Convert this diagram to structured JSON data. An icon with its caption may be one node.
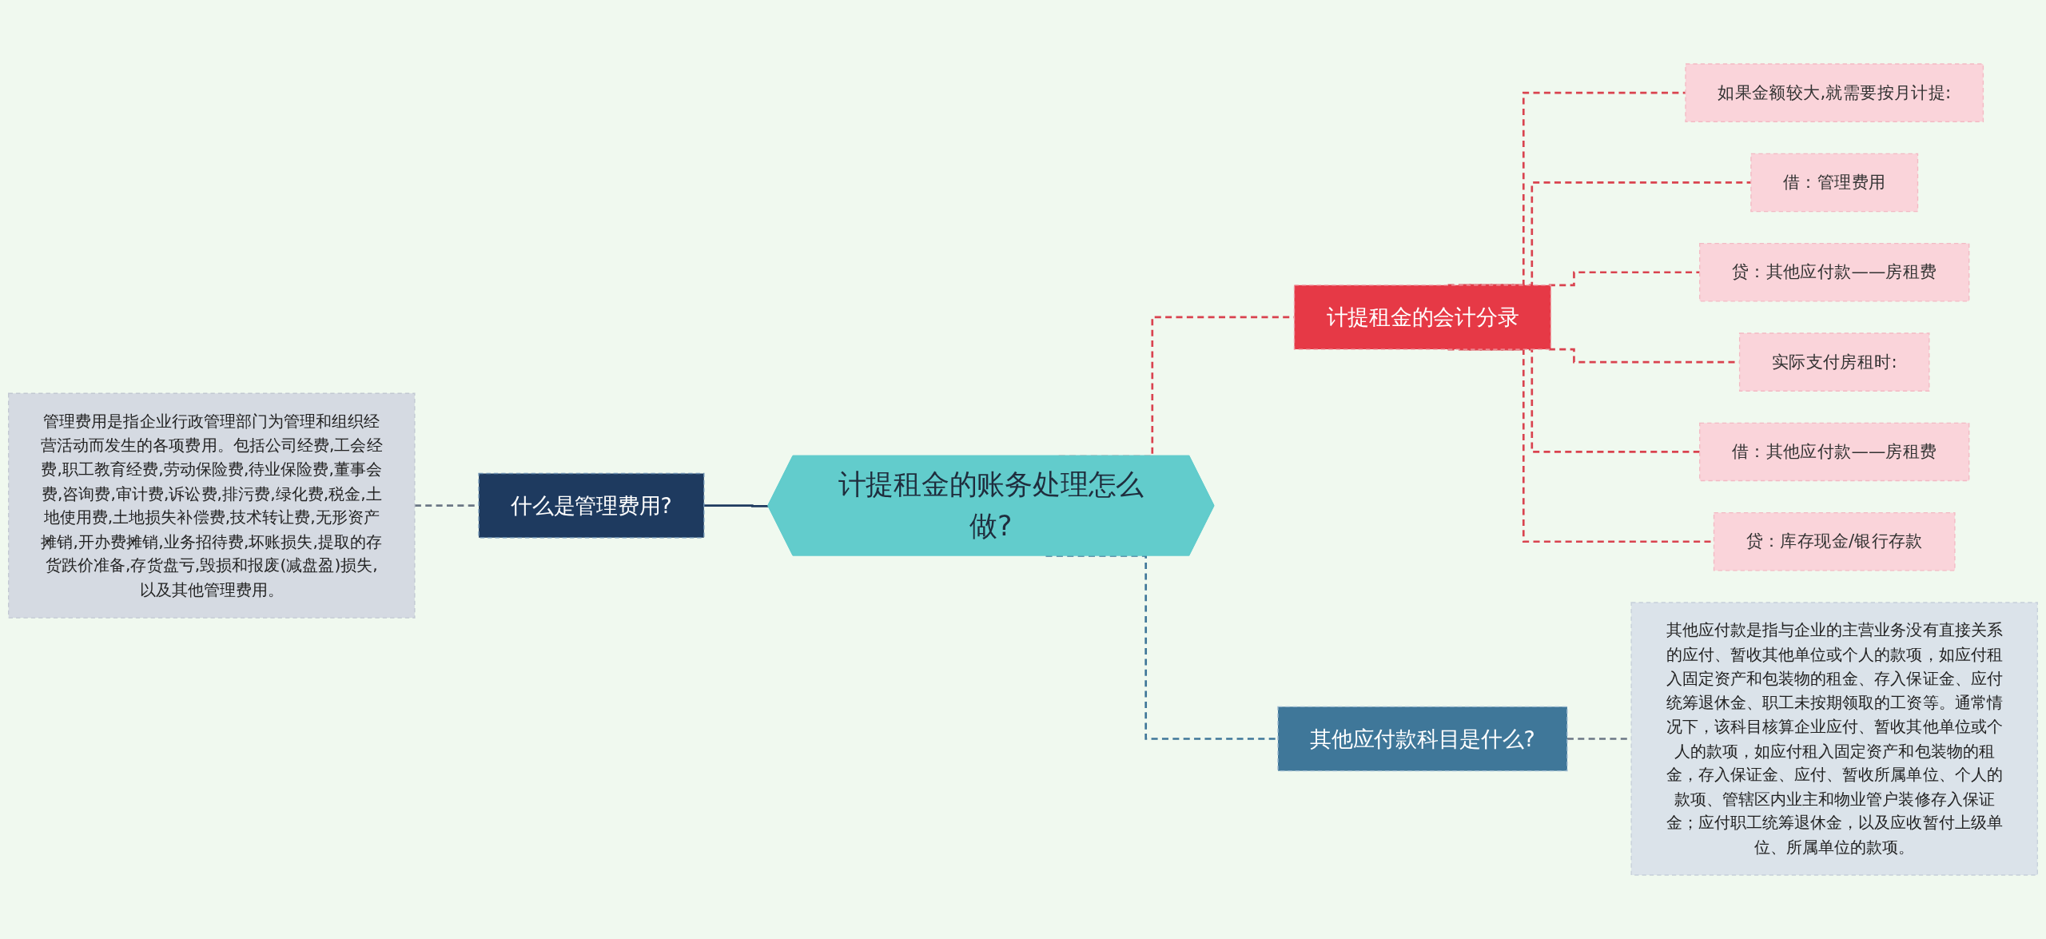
{
  "diagram": {
    "nodes": [
      {
        "text": [
          "计提租金的账务处理怎么做?"
        ]
      },
      {
        "text": [
          "什么是管理费用?"
        ]
      },
      {
        "text": [
          "管理费用是指企业行政管理部门为管理和组织经营活动而发生的各项费用。包括公司经费,工会经费,职工教育经费,劳动保险费,待业保险费,董事会费,咨询费,审计费,诉讼费,排污费,绿化费,税金,土地使用费,土地损失补偿费,技术转让费,无形资产摊销,开办费摊销,业务招待费,坏账损失,提取的存货跌价准备,存货盘亏,毁损和报废(减盘盈)损失,以及其他管理费用。"
        ]
      },
      {
        "text": [
          "计提租金的会计分录"
        ]
      },
      {
        "text": [
          "如果金额较大,就需要按月计提:"
        ]
      },
      {
        "text": [
          "借：管理费用"
        ]
      },
      {
        "text": [
          "贷：其他应付款——房租费"
        ]
      },
      {
        "text": [
          "实际支付房租时:"
        ]
      },
      {
        "text": [
          "借：其他应付款——房租费"
        ]
      },
      {
        "text": [
          "贷：库存现金/银行存款"
        ]
      },
      {
        "text": [
          "其他应付款科目是什么?"
        ]
      },
      {
        "text": [
          "其他应付款是指与企业的主营业务没有直接关系的应付、暂收其他单位或个人的款项，如应付租入固定资产和包装物的租金、存入保证金、应付统筹退休金、职工未按期领取的工资等。通常情况下，该科目核算企业应付、暂收其他单位或个人的款项，如应付租入固定资产和包装物的租金，存入保证金、应付、暂收所属单位、个人的款项、管辖区内业主和物业管户装修存入保证金；应付职工统筹退休金，以及应收暂付上级单位、所属单位的款项。"
        ]
      }
    ],
    "edges": [
      {
        "from": 0,
        "to": 1,
        "arrow": "none",
        "color": "#1e3a5f"
      },
      {
        "from": 1,
        "to": 2,
        "arrow": "none",
        "style": "dashed",
        "color": "#6b7785"
      },
      {
        "from": 0,
        "to": 3,
        "arrow": "none",
        "style": "dashed"
      },
      {
        "from": 3,
        "to": 4,
        "arrow": "none",
        "style": "dashed"
      },
      {
        "from": 3,
        "to": 5,
        "arrow": "none",
        "style": "dashed"
      },
      {
        "from": 3,
        "to": 6,
        "arrow": "none",
        "style": "dashed"
      },
      {
        "from": 3,
        "to": 7,
        "arrow": "none",
        "style": "dashed"
      },
      {
        "from": 3,
        "to": 8,
        "arrow": "none",
        "style": "dashed"
      },
      {
        "from": 3,
        "to": 9,
        "arrow": "none",
        "style": "dashed"
      },
      {
        "from": 0,
        "to": 10,
        "arrow": "none",
        "style": "dashed",
        "color": "#3f7799"
      },
      {
        "from": 10,
        "to": 11,
        "arrow": "none",
        "style": "dashed",
        "color": "#6b7785"
      }
    ]
  }
}
